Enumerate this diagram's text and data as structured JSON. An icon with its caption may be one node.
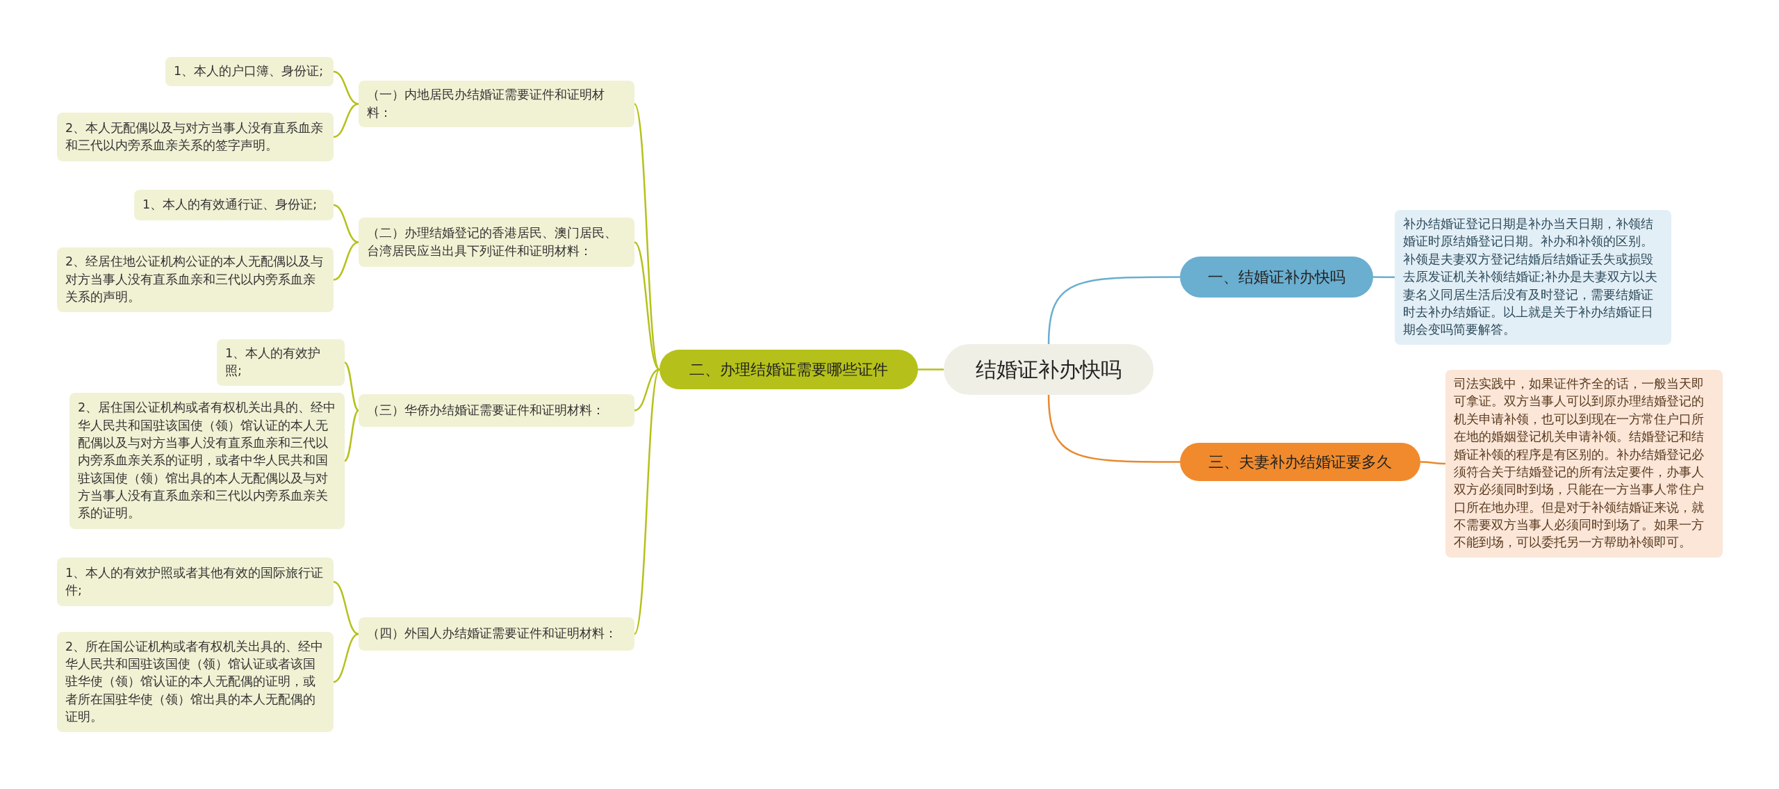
{
  "diagram": {
    "nodes": [
      {
        "text": [
          "结婚证补办快吗"
        ]
      },
      {
        "text": [
          "一、结婚证补办快吗"
        ]
      },
      {
        "text": [
          "补办结婚证登记日期是补办当天日期，补领结婚证时原结婚登记日期。补办和补领的区别。补领是夫妻双方登记结婚后结婚证丢失或损毁去原发证机关补领结婚证;补办是夫妻双方以夫妻名义同居生活后没有及时登记，需要结婚证时去补办结婚证。以上就是关于补办结婚证日期会变吗简要解答。"
        ]
      },
      {
        "text": [
          "三、夫妻补办结婚证要多久"
        ]
      },
      {
        "text": [
          "司法实践中，如果证件齐全的话，一般当天即可拿证。双方当事人可以到原办理结婚登记的机关申请补领，也可以到现在一方常住户口所在地的婚姻登记机关申请补领。结婚登记和结婚证补领的程序是有区别的。补办结婚登记必须符合关于结婚登记的所有法定要件，办事人双方必须同时到场，只能在一方当事人常住户口所在地办理。但是对于补领结婚证来说，就不需要双方当事人必须同时到场了。如果一方不能到场，可以委托另一方帮助补领即可。"
        ]
      },
      {
        "text": [
          "二、办理结婚证需要哪些证件"
        ]
      },
      {
        "text": [
          "（一）内地居民办结婚证需要证件和证明材料："
        ]
      },
      {
        "text": [
          "1、本人的户口簿、身份证;"
        ]
      },
      {
        "text": [
          "2、本人无配偶以及与对方当事人没有直系血亲和三代以内旁系血亲关系的签字声明。"
        ]
      },
      {
        "text": [
          "（二）办理结婚登记的香港居民、澳门居民、台湾居民应当出具下列证件和证明材料："
        ]
      },
      {
        "text": [
          "1、本人的有效通行证、身份证;"
        ]
      },
      {
        "text": [
          "2、经居住地公证机构公证的本人无配偶以及与对方当事人没有直系血亲和三代以内旁系血亲关系的声明。"
        ]
      },
      {
        "text": [
          "（三）华侨办结婚证需要证件和证明材料："
        ]
      },
      {
        "text": [
          "1、本人的有效护照;"
        ]
      },
      {
        "text": [
          "2、居住国公证机构或者有权机关出具的、经中华人民共和国驻该国使（领）馆认证的本人无配偶以及与对方当事人没有直系血亲和三代以内旁系血亲关系的证明，或者中华人民共和国驻该国使（领）馆出具的本人无配偶以及与对方当事人没有直系血亲和三代以内旁系血亲关系的证明。"
        ]
      },
      {
        "text": [
          "（四）外国人办结婚证需要证件和证明材料："
        ]
      },
      {
        "text": [
          "1、本人的有效护照或者其他有效的国际旅行证件;"
        ]
      },
      {
        "text": [
          "2、所在国公证机构或者有权机关出具的、经中华人民共和国驻该国使（领）馆认证或者该国驻华使（领）馆认证的本人无配偶的证明，或者所在国驻华使（领）馆出具的本人无配偶的证明。"
        ]
      }
    ],
    "edges": [
      {
        "from": 0,
        "to": 1,
        "arrow": "none",
        "color": "#6aaed0"
      },
      {
        "from": 1,
        "to": 2,
        "arrow": "none",
        "color": "#6aaed0"
      },
      {
        "from": 0,
        "to": 3,
        "arrow": "none",
        "color": "#e8892e"
      },
      {
        "from": 3,
        "to": 4,
        "arrow": "none",
        "color": "#e8892e"
      },
      {
        "from": 0,
        "to": 5,
        "arrow": "none"
      },
      {
        "from": 5,
        "to": 6,
        "arrow": "none"
      },
      {
        "from": 5,
        "to": 9,
        "arrow": "none"
      },
      {
        "from": 5,
        "to": 12,
        "arrow": "none"
      },
      {
        "from": 5,
        "to": 15,
        "arrow": "none"
      },
      {
        "from": 6,
        "to": 7,
        "arrow": "none"
      },
      {
        "from": 6,
        "to": 8,
        "arrow": "none"
      },
      {
        "from": 9,
        "to": 10,
        "arrow": "none"
      },
      {
        "from": 9,
        "to": 11,
        "arrow": "none"
      },
      {
        "from": 12,
        "to": 13,
        "arrow": "none"
      },
      {
        "from": 12,
        "to": 14,
        "arrow": "none"
      },
      {
        "from": 15,
        "to": 16,
        "arrow": "none"
      },
      {
        "from": 15,
        "to": 17,
        "arrow": "none"
      }
    ]
  }
}
